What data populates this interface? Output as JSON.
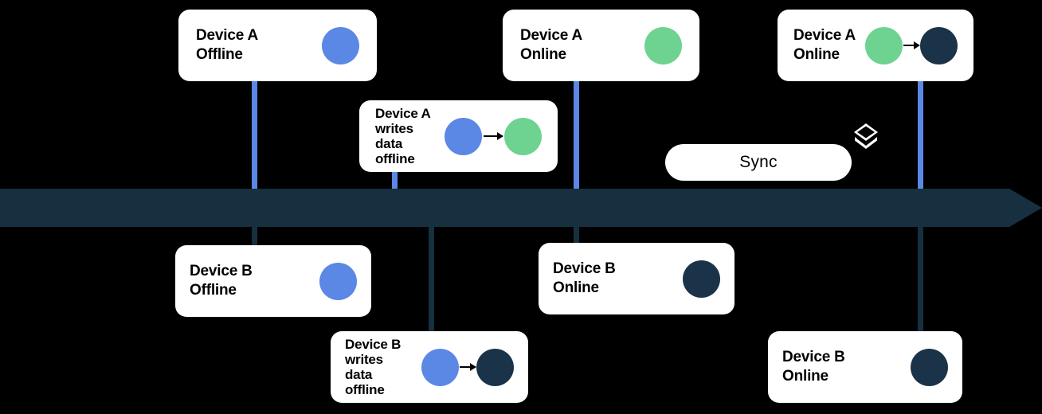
{
  "diagram": {
    "title": "Offline data sync timeline between Device A and Device B",
    "colors": {
      "background": "#000000",
      "timeline": "#16303f",
      "blue": "#5b87e5",
      "green": "#6ed391",
      "navy": "#1b3348",
      "card_background": "#ffffff",
      "text": "#000000"
    }
  },
  "timeline": {
    "name": "timeline-axis",
    "direction": "left-to-right",
    "arrowhead": true
  },
  "sync": {
    "label": "Sync",
    "icon": "layers-icon"
  },
  "cards": {
    "device_a_offline": {
      "label": "Device A\nOffline",
      "dots": [
        {
          "color": "blue"
        }
      ],
      "arrow": false
    },
    "device_a_writes": {
      "label": "Device A\nwrites\ndata\noffline",
      "dots": [
        {
          "color": "blue"
        },
        {
          "color": "green"
        }
      ],
      "arrow": true
    },
    "device_a_online_1": {
      "label": "Device A\nOnline",
      "dots": [
        {
          "color": "green"
        }
      ],
      "arrow": false
    },
    "device_a_online_2": {
      "label": "Device A\nOnline",
      "dots": [
        {
          "color": "green"
        },
        {
          "color": "navy"
        }
      ],
      "arrow": true
    },
    "device_b_offline": {
      "label": "Device B\nOffline",
      "dots": [
        {
          "color": "blue"
        }
      ],
      "arrow": false
    },
    "device_b_writes": {
      "label": "Device B\nwrites\ndata\noffline",
      "dots": [
        {
          "color": "blue"
        },
        {
          "color": "navy"
        }
      ],
      "arrow": true
    },
    "device_b_online_1": {
      "label": "Device B\nOnline",
      "dots": [
        {
          "color": "navy"
        }
      ],
      "arrow": false
    },
    "device_b_online_2": {
      "label": "Device B\nOnline",
      "dots": [
        {
          "color": "navy"
        }
      ],
      "arrow": false
    }
  }
}
